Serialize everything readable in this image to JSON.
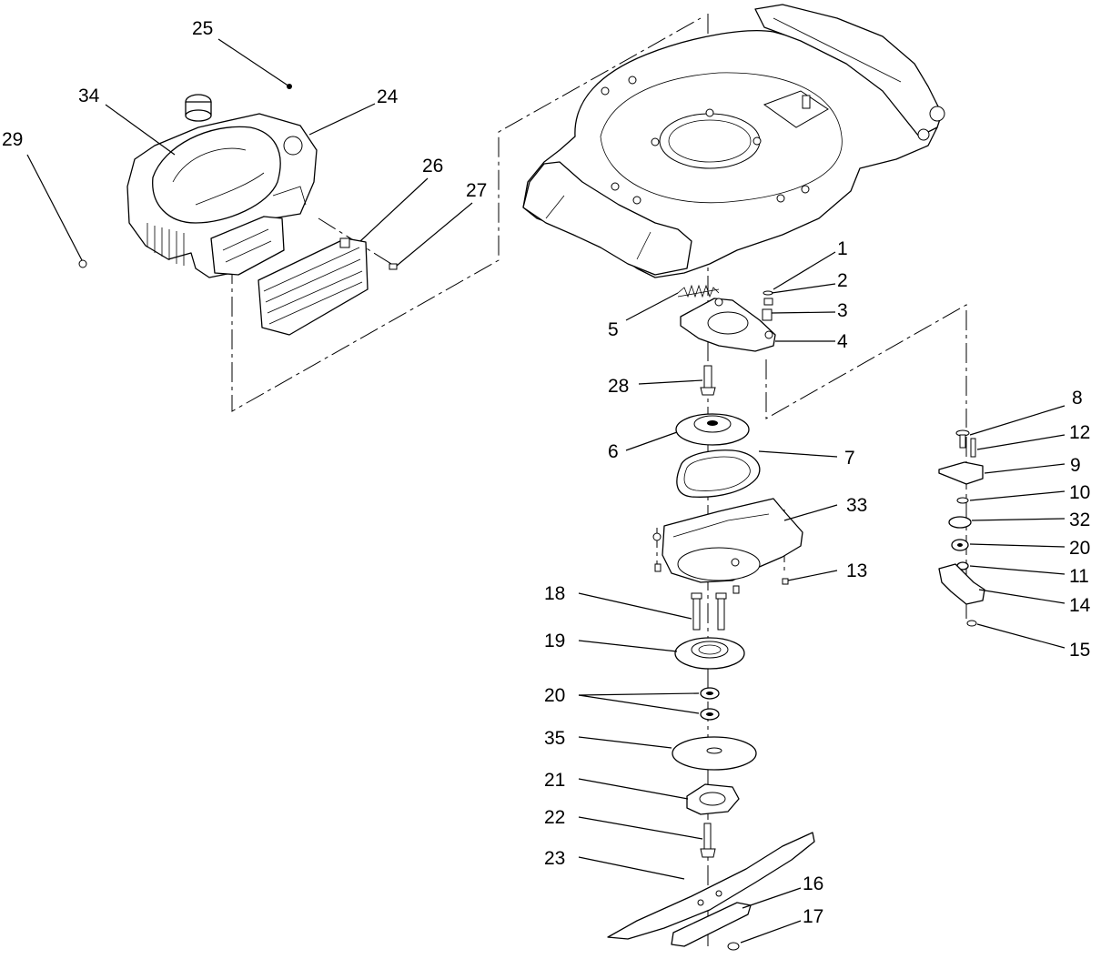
{
  "callouts": [
    {
      "n": "25"
    },
    {
      "n": "24"
    },
    {
      "n": "34"
    },
    {
      "n": "29"
    },
    {
      "n": "26"
    },
    {
      "n": "27"
    },
    {
      "n": "1"
    },
    {
      "n": "2"
    },
    {
      "n": "3"
    },
    {
      "n": "4"
    },
    {
      "n": "5"
    },
    {
      "n": "28"
    },
    {
      "n": "8"
    },
    {
      "n": "12"
    },
    {
      "n": "9"
    },
    {
      "n": "10"
    },
    {
      "n": "32"
    },
    {
      "n": "20"
    },
    {
      "n": "11"
    },
    {
      "n": "14"
    },
    {
      "n": "15"
    },
    {
      "n": "6"
    },
    {
      "n": "7"
    },
    {
      "n": "33"
    },
    {
      "n": "13"
    },
    {
      "n": "18"
    },
    {
      "n": "19"
    },
    {
      "n": "20"
    },
    {
      "n": "35"
    },
    {
      "n": "21"
    },
    {
      "n": "22"
    },
    {
      "n": "23"
    },
    {
      "n": "16"
    },
    {
      "n": "17"
    }
  ]
}
